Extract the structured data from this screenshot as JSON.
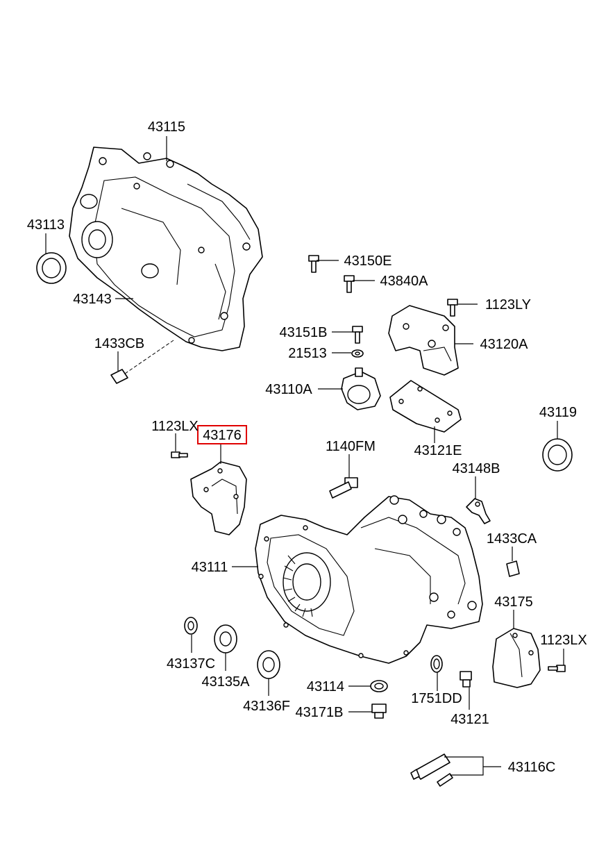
{
  "labels": {
    "l43115": "43115",
    "l43113": "43113",
    "l43143": "43143",
    "l1433CB": "1433CB",
    "l43150E": "43150E",
    "l43840A": "43840A",
    "l1123LY": "1123LY",
    "l43151B": "43151B",
    "l21513": "21513",
    "l43120A": "43120A",
    "l43110A": "43110A",
    "l43121E": "43121E",
    "l43119": "43119",
    "l1123LX_a": "1123LX",
    "l43176": "43176",
    "l1140FM": "1140FM",
    "l43148B": "43148B",
    "l1433CA": "1433CA",
    "l43111": "43111",
    "l43175": "43175",
    "l1123LX_b": "1123LX",
    "l43137C": "43137C",
    "l43135A": "43135A",
    "l43136F": "43136F",
    "l43114": "43114",
    "l43171B": "43171B",
    "l1751DD": "1751DD",
    "l43121": "43121",
    "l43116C": "43116C"
  },
  "highlight_color": "#e00000"
}
